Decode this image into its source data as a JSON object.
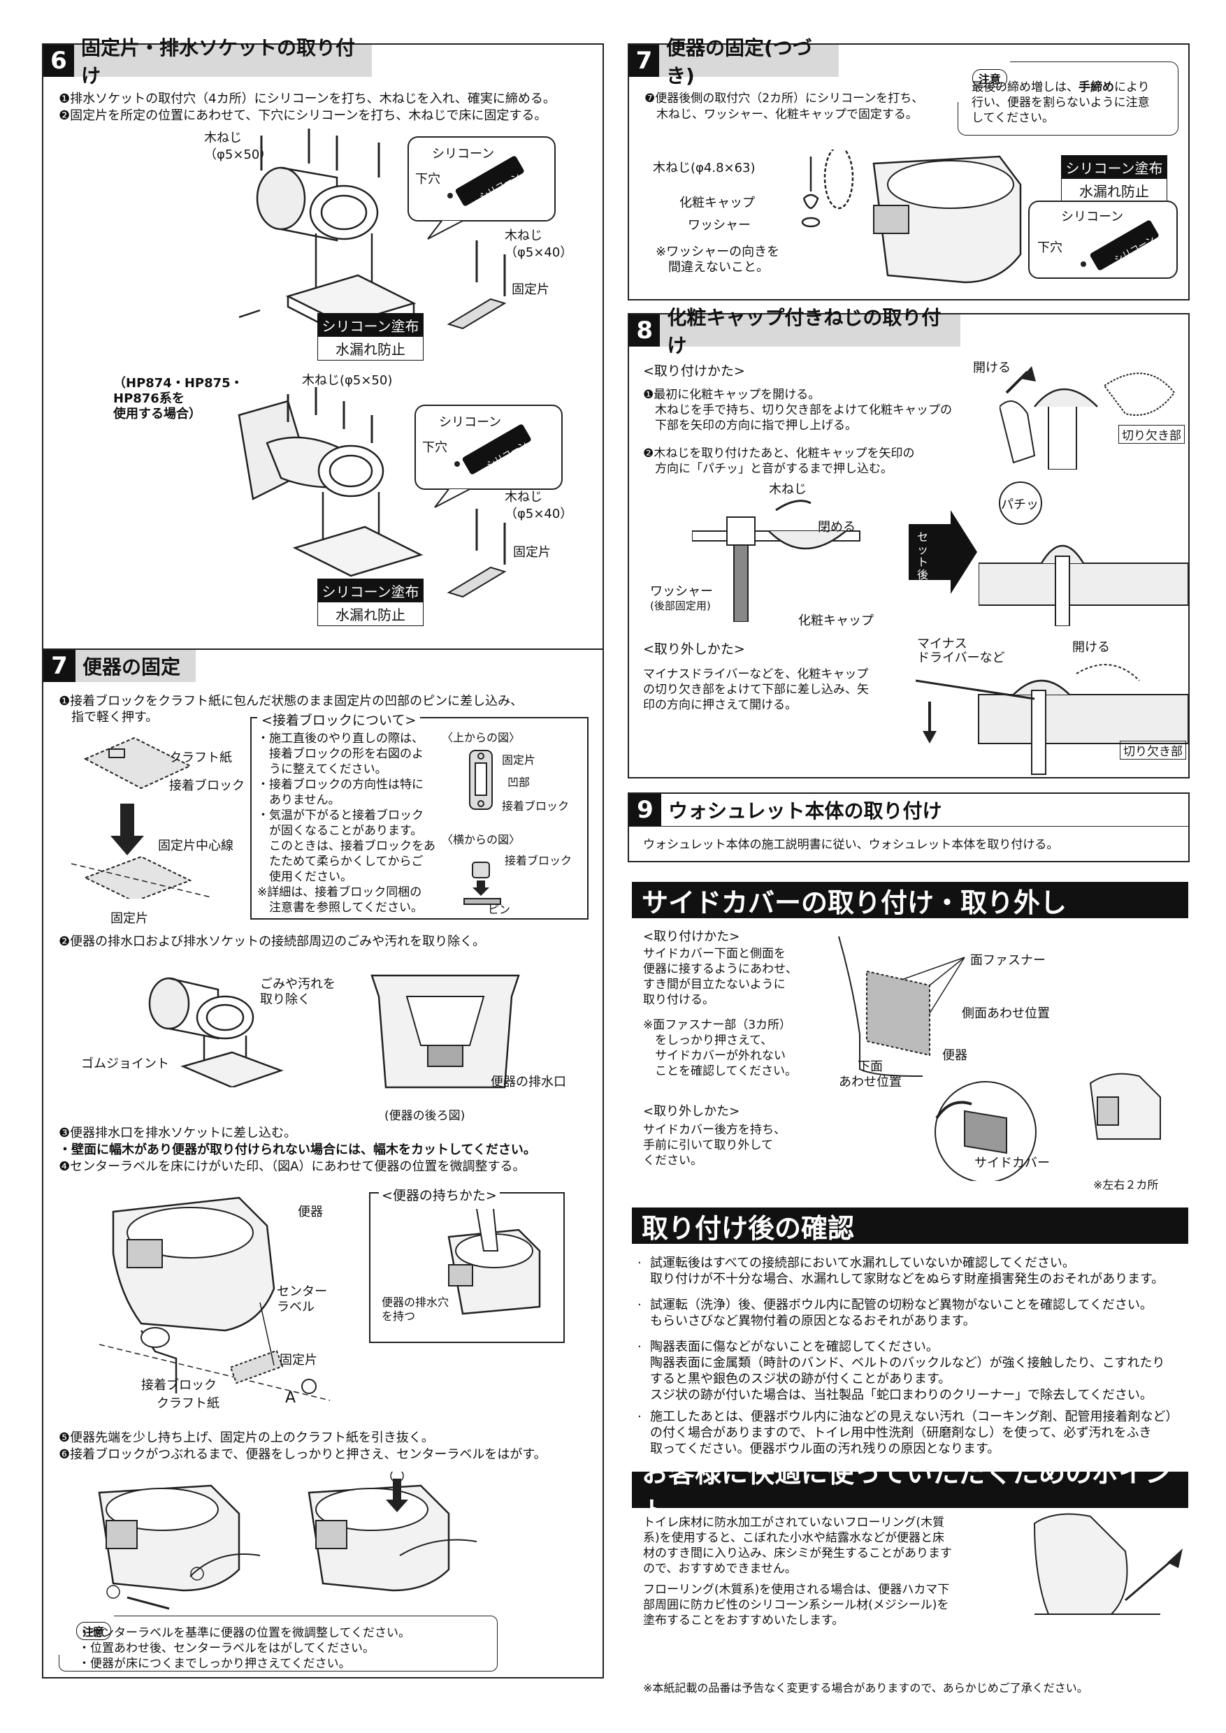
{
  "s6": {
    "num": "6",
    "title": "固定片・排水ソケットの取り付け",
    "step1": "❶排水ソケットの取付穴（4カ所）にシリコーンを打ち、木ねじを入れ、確実に締める。",
    "step2": "❷固定片を所定の位置にあわせて、下穴にシリコーンを打ち、木ねじで床に固定する。",
    "screw_a": "木ねじ\n（φ5×50）",
    "silicone": "シリコーン",
    "pilot_hole": "下穴",
    "tube_text": "シリコーン",
    "screw_b": "木ねじ\n（φ5×40）",
    "fixing_piece": "固定片",
    "label_top": "シリコーン塗布",
    "label_bottom": "水漏れ防止",
    "hp_note": "（HP874・HP875・\nHP876系を\n使用する場合）",
    "screw_c": "木ねじ(φ5×50)"
  },
  "s7a": {
    "num": "7",
    "title": "便器の固定",
    "step1": "❶接着ブロックをクラフト紙に包んだ状態のまま固定片の凹部のピンに差し込み、\n　指で軽く押す。",
    "kraft": "クラフト紙",
    "block": "接着ブロック",
    "center_line": "固定片中心線",
    "fixing_piece": "固定片",
    "about_title": "<接着ブロックについて>",
    "about_body": "・施工直後のやり直しの際は、\n　接着ブロックの形を右図のよ\n　うに整えてください。\n・接着ブロックの方向性は特に\n　ありません。\n・気温が下がると接着ブロック\n　が固くなることがあります。\n　このときは、接着ブロックをあ\n　たためて柔らかくしてからご\n　使用ください。\n※詳細は、接着ブロック同梱の\n　注意書を参照してください。",
    "top_view": "〈上からの図〉",
    "recess": "凹部",
    "side_view": "〈横からの図〉",
    "pin": "ピン",
    "step2": "❷便器の排水口および排水ソケットの接続部周辺のごみや汚れを取り除く。",
    "remove_dirt": "ごみや汚れを\n取り除く",
    "rubber_joint": "ゴムジョイント",
    "outlet": "便器の排水口",
    "back_view": "(便器の後ろ図)",
    "step3": "❸便器排水口を排水ソケットに差し込む。",
    "warn_baseboard": "・壁面に幅木があり便器が取り付けられない場合には、幅木をカットしてください。",
    "step4": "❹センターラベルを床にけがいた印、（図A）にあわせて便器の位置を微調整する。",
    "bowl": "便器",
    "center_label": "センター\nラベル",
    "hold_title": "<便器の持ちかた>",
    "hold_hole": "便器の排水穴\nを持つ",
    "a_mark": "A",
    "step5": "❺便器先端を少し持ち上げ、固定片の上のクラフト紙を引き抜く。",
    "step6": "❻接着ブロックがつぶれるまで、便器をしっかりと押さえ、センターラベルをはがす。",
    "caution": "注意",
    "notes": "・センターラベルを基準に便器の位置を微調整してください。\n・位置あわせ後、センターラベルをはがしてください。\n・便器が床につくまでしっかり押さえてください。"
  },
  "s7b": {
    "num": "7",
    "title": "便器の固定(つづき)",
    "step7": "❼便器後側の取付穴（2カ所）にシリコーンを打ち、\n　木ねじ、ワッシャー、化粧キャップで固定する。",
    "caution": "注意",
    "caution_text_1": "最後の締め増しは、",
    "caution_bold": "手締め",
    "caution_text_2": "により\n行い、便器を割らないように注意\nしてください。",
    "screw": "木ねじ(φ4.8×63)",
    "cap": "化粧キャップ",
    "washer": "ワッシャー",
    "washer_note": "※ワッシャーの向きを\n　間違えないこと。",
    "label_top": "シリコーン塗布",
    "label_bottom": "水漏れ防止",
    "silicone": "シリコーン",
    "pilot_hole": "下穴",
    "tube_text": "シリコーン"
  },
  "s8": {
    "num": "8",
    "title": "化粧キャップ付きねじの取り付け",
    "how_attach": "<取り付けかた>",
    "step1": "❶最初に化粧キャップを開ける。\n　木ねじを手で持ち、切り欠き部をよけて化粧キャップの\n　下部を矢印の方向に指で押し上げる。",
    "step2": "❷木ねじを取り付けたあと、化粧キャップを矢印の\n　方向に「パチッ」と音がするまで押し込む。",
    "open": "開ける",
    "notch": "切り欠き部",
    "screw": "木ねじ",
    "close": "閉める",
    "washer": "ワッシャー",
    "washer_sub": "(後部固定用)",
    "cap": "化粧キャップ",
    "after_set": "セット後",
    "click": "パチッ",
    "how_remove": "<取り外しかた>",
    "remove_text": "マイナスドライバーなどを、化粧キャップ\nの切り欠き部をよけて下部に差し込み、矢\n印の方向に押さえて開ける。",
    "driver": "マイナス\nドライバーなど",
    "open2": "開ける",
    "notch2": "切り欠き部"
  },
  "s9": {
    "num": "9",
    "title": "ウォシュレット本体の取り付け",
    "body": "ウォシュレット本体の施工説明書に従い、ウォシュレット本体を取り付ける。"
  },
  "side_cover": {
    "title": "サイドカバーの取り付け・取り外し",
    "how_attach": "<取り付けかた>",
    "attach_text": "サイドカバー下面と側面を\n便器に接するようにあわせ、\nすき間が目立たないように\n取り付ける。",
    "fastener_note": "※面ファスナー部（3カ所）\n　をしっかり押さえて、\n　サイドカバーが外れない\n　ことを確認してください。",
    "how_remove": "<取り外しかた>",
    "remove_text": "サイドカバー後方を持ち、\n手前に引いて取り外して\nください。",
    "fastener": "面ファスナー",
    "side_align": "側面あわせ位置",
    "bowl": "便器",
    "bottom_align": "下面\nあわせ位置",
    "side_cover": "サイドカバー",
    "both_sides": "※左右２カ所"
  },
  "check": {
    "title": "取り付け後の確認",
    "items": [
      "試運転後はすべての接続部において水漏れしていないか確認してください。\n取り付けが不十分な場合、水漏れして家財などをぬらす財産損害発生のおそれがあります。",
      "試運転（洗浄）後、便器ボウル内に配管の切粉など異物がないことを確認してください。\nもらいさびなど異物付着の原因となるおそれがあります。",
      "陶器表面に傷などがないことを確認してください。\n陶器表面に金属類（時計のバンド、ベルトのバックルなど）が強く接触したり、こすれたり\nすると黒や銀色のスジ状の跡が付くことがあります。\nスジ状の跡が付いた場合は、当社製品「蛇口まわりのクリーナー」で除去してください。",
      "施工したあとは、便器ボウル内に油などの見えない汚れ（コーキング剤、配管用接着剤など）\nの付く場合がありますので、トイレ用中性洗剤（研磨剤なし）を使って、必ず汚れをふき\n取ってください。便器ボウル面の汚れ残りの原因となります。"
    ]
  },
  "points": {
    "title": "お客様に快適に使っていただくためのポイント",
    "para1": "トイレ床材に防水加工がされていないフローリング(木質\n系)を使用すると、こぼれた小水や結露水などが便器と床\n材のすき間に入り込み、床シミが発生することがあります\nので、おすすめできません。",
    "para2": "フローリング(木質系)を使用される場合は、便器ハカマ下\n部周囲に防カビ性のシリコーン系シール材(メジシール)を\n塗布することをおすすめいたします。"
  },
  "footer": "※本紙記載の品番は予告なく変更する場合がありますので、あらかじめご了承ください。"
}
